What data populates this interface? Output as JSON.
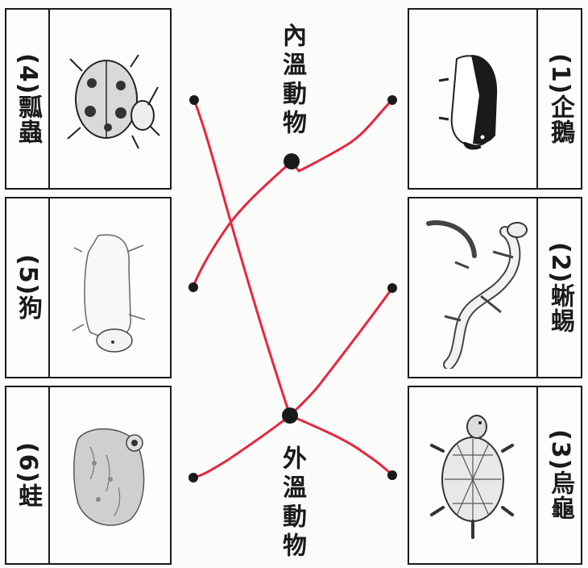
{
  "left_cards": [
    {
      "label": "(4)瓢蟲",
      "icon": "ladybug-icon"
    },
    {
      "label": "(5)狗",
      "icon": "dog-icon"
    },
    {
      "label": "(6)蛙",
      "icon": "frog-icon"
    }
  ],
  "right_cards": [
    {
      "label": "(1)企鵝",
      "icon": "penguin-icon"
    },
    {
      "label": "(2)蜥蜴",
      "icon": "lizard-icon"
    },
    {
      "label": "(3)烏龜",
      "icon": "turtle-icon"
    }
  ],
  "categories": {
    "warm_blooded": "內溫動物",
    "cold_blooded": "外溫動物"
  },
  "colors": {
    "line": "#e8263f",
    "dot": "#1a1a1a",
    "border": "#1a1a1a"
  }
}
